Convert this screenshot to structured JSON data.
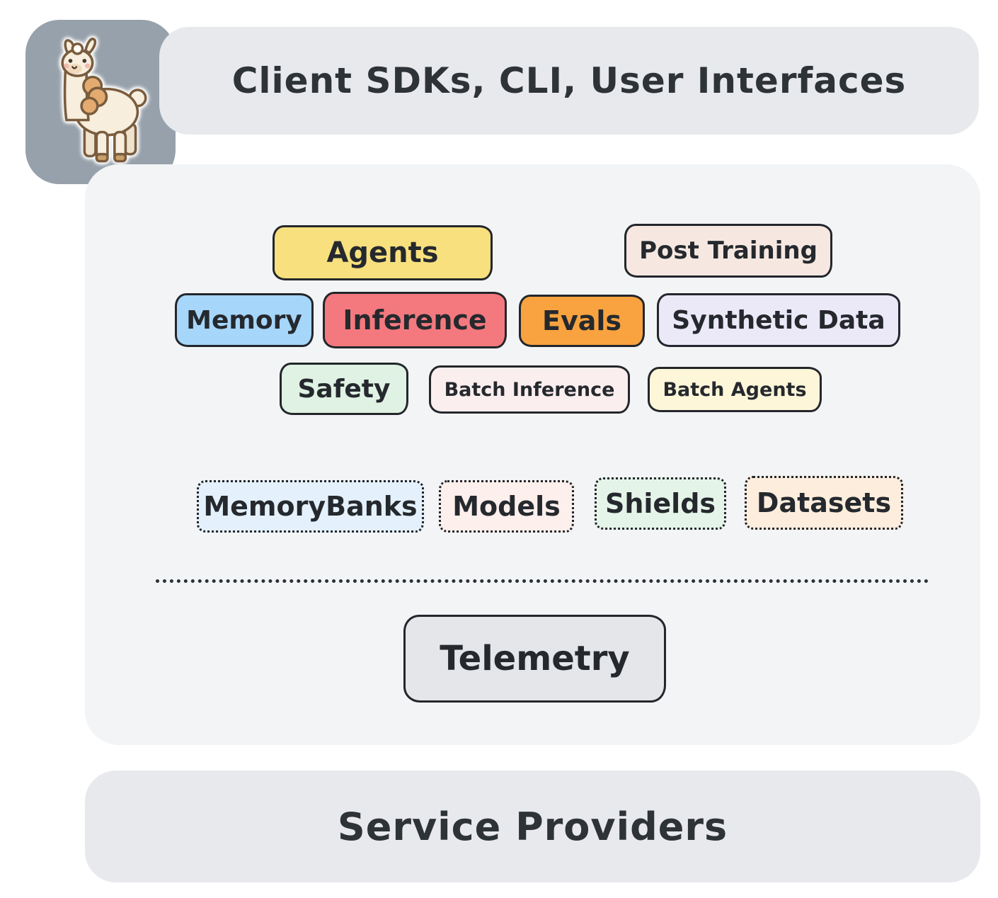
{
  "header": {
    "label": "Client SDKs, CLI, User Interfaces"
  },
  "footer": {
    "label": "Service Providers"
  },
  "logo": {
    "icon": "llama-icon",
    "tile_bg": "#97a1ab"
  },
  "colors": {
    "border": "#23262b",
    "banner_bg": "#e7e9ec",
    "panel_bg": "#f2f4f6"
  },
  "api_boxes": {
    "agents": {
      "label": "Agents",
      "bg": "#f8e07e"
    },
    "post_training": {
      "label": "Post Training",
      "bg": "#f6e8e1"
    },
    "memory": {
      "label": "Memory",
      "bg": "#a6d6fa"
    },
    "inference": {
      "label": "Inference",
      "bg": "#f4797e"
    },
    "evals": {
      "label": "Evals",
      "bg": "#f8a33f"
    },
    "synthetic_data": {
      "label": "Synthetic Data",
      "bg": "#ebe8f8"
    },
    "safety": {
      "label": "Safety",
      "bg": "#dff2e3"
    },
    "batch_inference": {
      "label": "Batch Inference",
      "bg": "#fbeeee"
    },
    "batch_agents": {
      "label": "Batch Agents",
      "bg": "#fdf6d8"
    }
  },
  "resource_boxes": {
    "memory_banks": {
      "label": "MemoryBanks",
      "bg": "#e4f1fc"
    },
    "models": {
      "label": "Models",
      "bg": "#fdefec"
    },
    "shields": {
      "label": "Shields",
      "bg": "#e5f4e8"
    },
    "datasets": {
      "label": "Datasets",
      "bg": "#fceddd"
    }
  },
  "telemetry": {
    "label": "Telemetry",
    "bg": "#e4e6e9"
  }
}
